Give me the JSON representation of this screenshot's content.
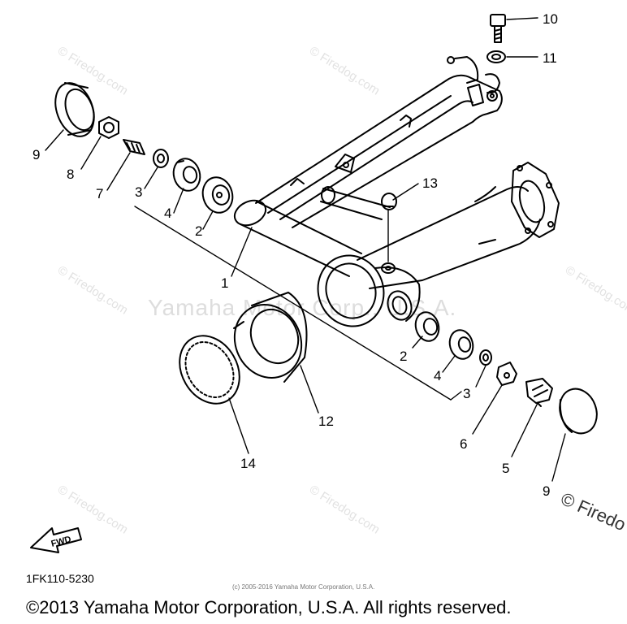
{
  "diagram": {
    "drawing_code": "1FK110-5230",
    "small_copyright": "(c) 2005-2016 Yamaha Motor Corporation, U.S.A.",
    "copyright": "©2013 Yamaha Motor Corporation, U.S.A. All rights reserved.",
    "watermark_center": "Yamaha Motor Corp., U.S.A.",
    "watermark_tile": "© Firedog.com",
    "corner_watermark": "© Firedo",
    "fwd_label": "FWD",
    "callouts": [
      {
        "id": "c1",
        "text": "1"
      },
      {
        "id": "c2a",
        "text": "2"
      },
      {
        "id": "c2b",
        "text": "2"
      },
      {
        "id": "c3a",
        "text": "3"
      },
      {
        "id": "c3b",
        "text": "3"
      },
      {
        "id": "c4a",
        "text": "4"
      },
      {
        "id": "c4b",
        "text": "4"
      },
      {
        "id": "c5",
        "text": "5"
      },
      {
        "id": "c6",
        "text": "6"
      },
      {
        "id": "c7",
        "text": "7"
      },
      {
        "id": "c8",
        "text": "8"
      },
      {
        "id": "c9a",
        "text": "9"
      },
      {
        "id": "c9b",
        "text": "9"
      },
      {
        "id": "c10",
        "text": "10"
      },
      {
        "id": "c11",
        "text": "11"
      },
      {
        "id": "c12",
        "text": "12"
      },
      {
        "id": "c13",
        "text": "13"
      },
      {
        "id": "c14",
        "text": "14"
      }
    ]
  }
}
